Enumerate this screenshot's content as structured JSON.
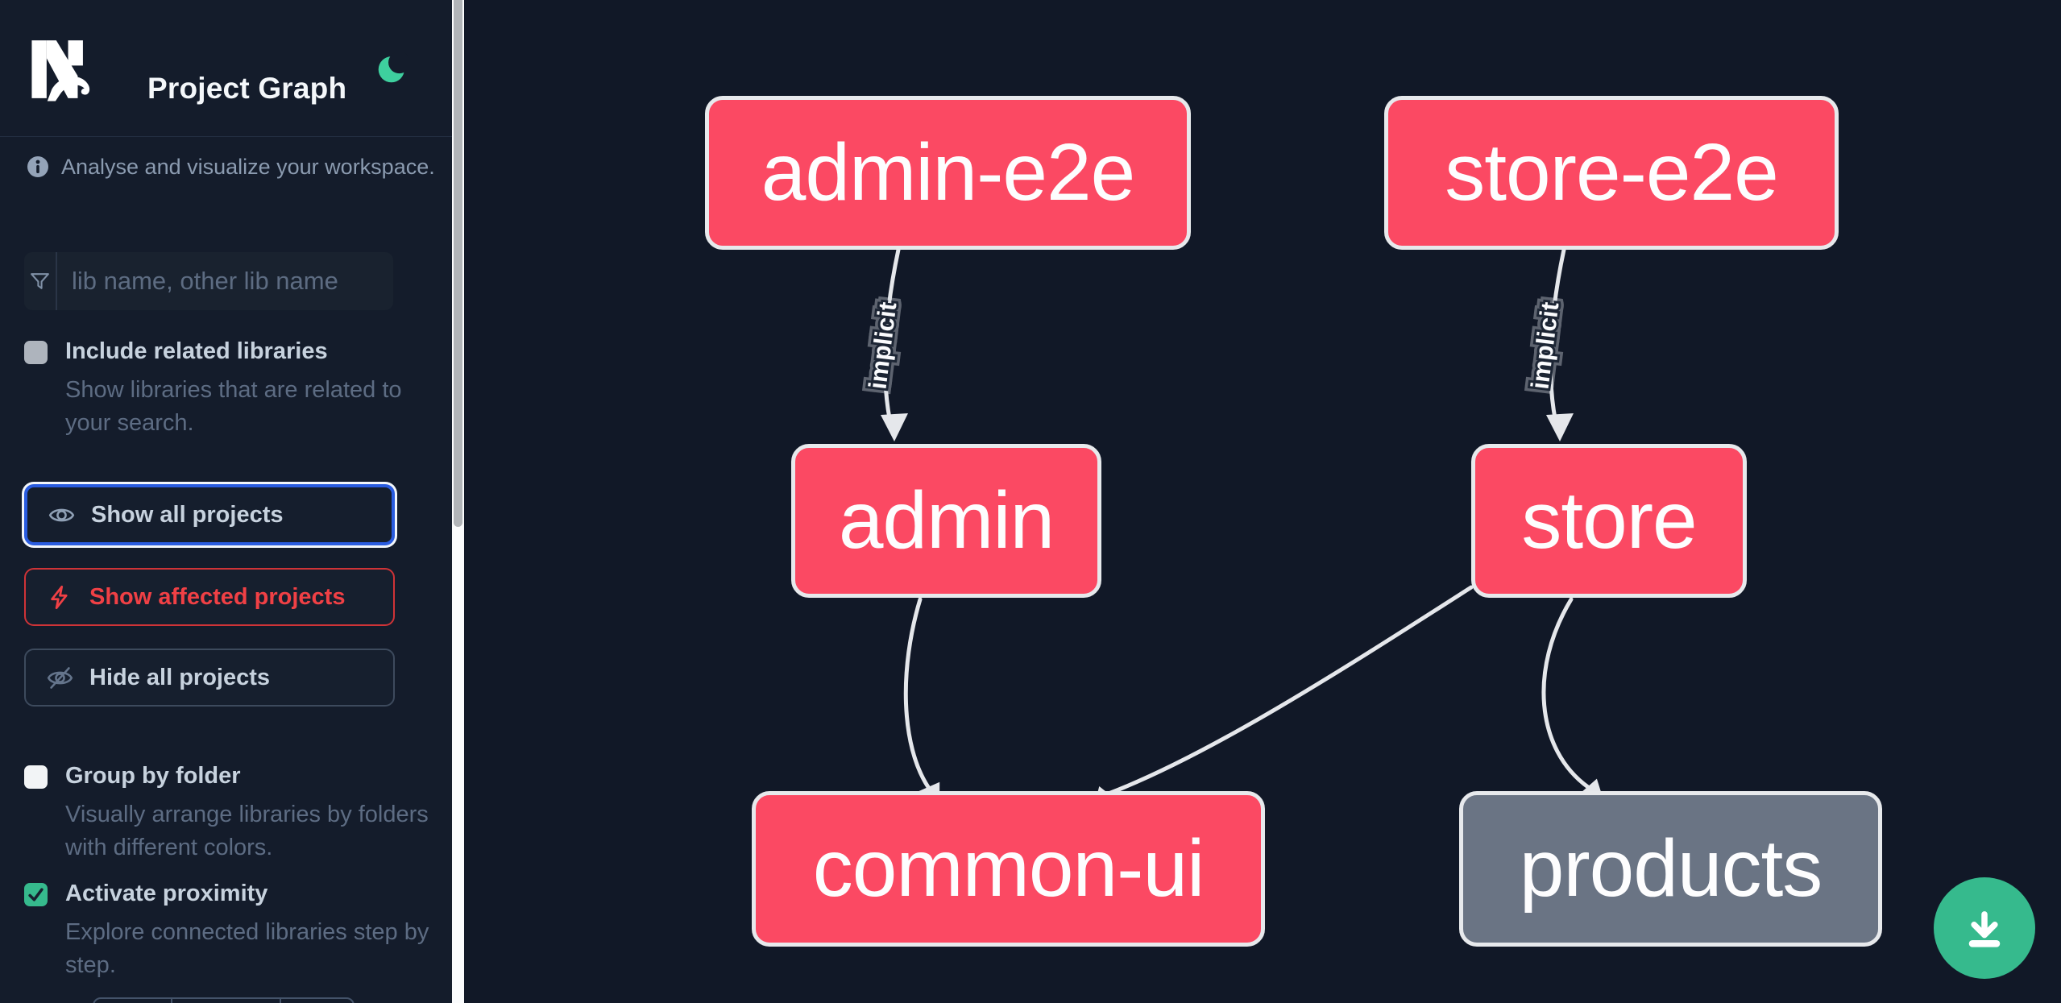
{
  "header": {
    "title": "Project Graph"
  },
  "sidebar": {
    "tagline": "Analyse and visualize your workspace.",
    "search": {
      "placeholder": "lib name, other lib name"
    },
    "checkboxes": [
      {
        "label": "Include related libraries",
        "description": "Show libraries that are related to your search.",
        "checked": false
      },
      {
        "label": "Group by folder",
        "description": "Visually arrange libraries by folders with different colors.",
        "checked": false
      },
      {
        "label": "Activate proximity",
        "description": "Explore connected libraries step by step.",
        "checked": true
      }
    ],
    "buttons": [
      {
        "label": "Show all projects",
        "icon": "eye-icon",
        "state": "focused"
      },
      {
        "label": "Show affected projects",
        "icon": "bolt-icon",
        "state": "affected"
      },
      {
        "label": "Hide all projects",
        "icon": "eye-off-icon",
        "state": "default"
      }
    ]
  },
  "graph": {
    "nodes": [
      {
        "id": "admin-e2e",
        "type": "app"
      },
      {
        "id": "store-e2e",
        "type": "app"
      },
      {
        "id": "admin",
        "type": "app"
      },
      {
        "id": "store",
        "type": "app"
      },
      {
        "id": "common-ui",
        "type": "lib"
      },
      {
        "id": "products",
        "type": "lib",
        "muted": true
      }
    ],
    "edges": [
      {
        "from": "admin-e2e",
        "to": "admin",
        "label": "implicit"
      },
      {
        "from": "store-e2e",
        "to": "store",
        "label": "implicit"
      },
      {
        "from": "admin",
        "to": "common-ui",
        "label": ""
      },
      {
        "from": "store",
        "to": "common-ui",
        "label": ""
      },
      {
        "from": "store",
        "to": "products",
        "label": ""
      }
    ]
  },
  "fab": {
    "action": "download"
  },
  "colors": {
    "node_app": "#fb4963",
    "node_muted": "#6a7484",
    "edge": "#e5e7eb",
    "fab_green": "#36ba8d",
    "focus_blue": "#2a5cdf",
    "affected_red": "#f04045",
    "moon_green": "#3ecf9e",
    "sidebar_bg": "#141c2b",
    "canvas_bg": "#111827"
  }
}
